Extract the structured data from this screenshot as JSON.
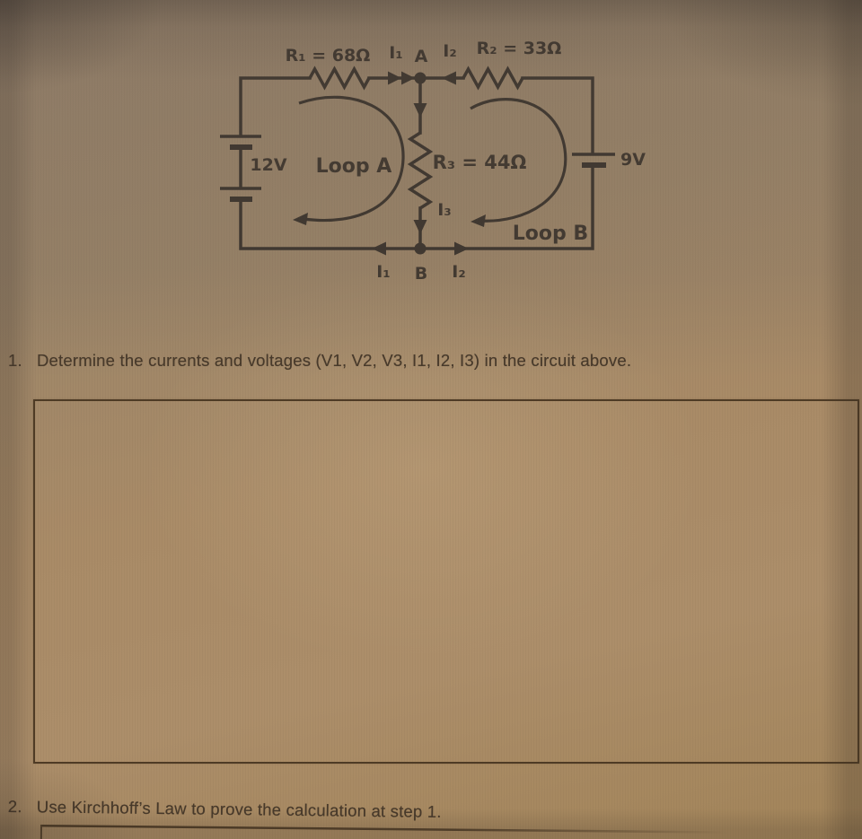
{
  "colors": {
    "paper": "#a88b67",
    "ink": "#3a322a",
    "box_border": "#463420"
  },
  "circuit": {
    "top_labels": {
      "r1": "R₁ = 68Ω",
      "i1": "I₁",
      "node_a": "A",
      "i2": "I₂",
      "r2": "R₂ = 33Ω"
    },
    "left_battery": "12V",
    "right_battery": "9V",
    "loop_a": "Loop A",
    "loop_b": "Loop B",
    "r3": "R₃ = 44Ω",
    "i3": "I₃",
    "bottom_labels": {
      "i1": "I₁",
      "node_b": "B",
      "i2": "I₂"
    }
  },
  "questions": [
    {
      "number": "1.",
      "text": "Determine the currents and voltages (V1, V2, V3, I1, I2, I3) in the circuit above."
    },
    {
      "number": "2.",
      "text": "Use Kirchhoff’s Law to prove the calculation at step 1."
    }
  ]
}
